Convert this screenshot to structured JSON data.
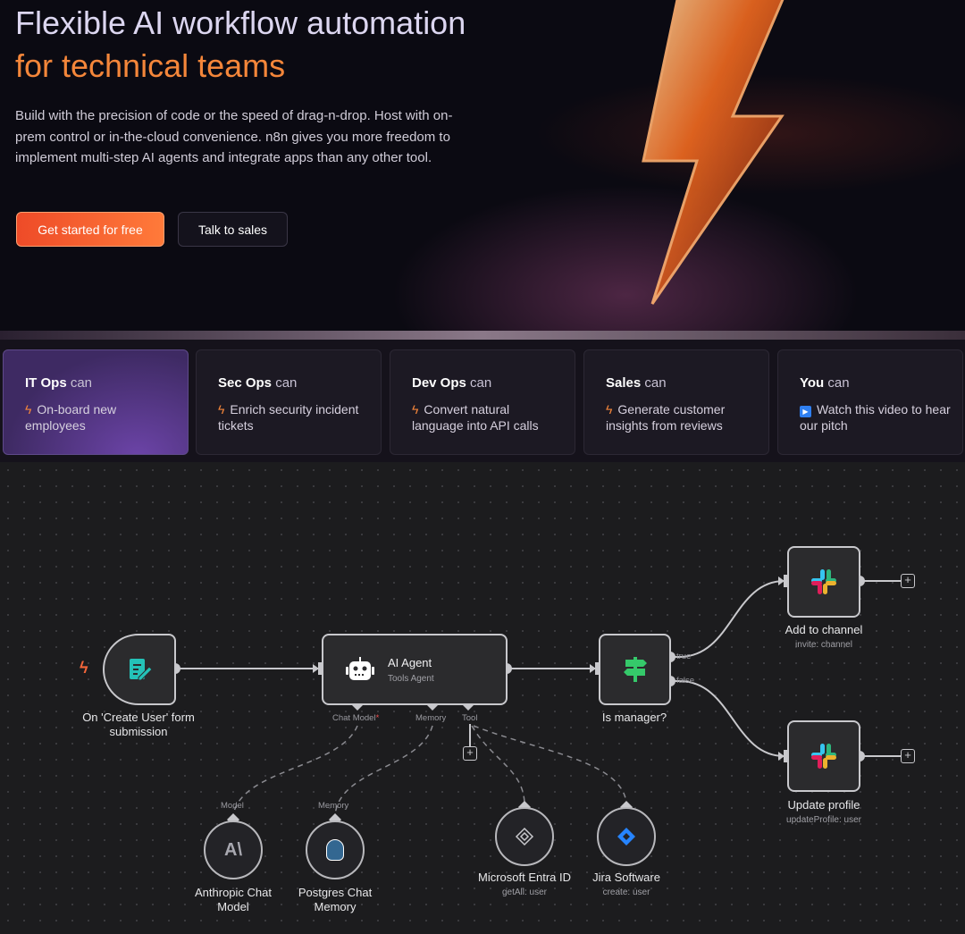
{
  "hero": {
    "title_line1": "Flexible AI workflow automation",
    "title_line2": "for technical teams",
    "description": "Build with the precision of code or the speed of drag-n-drop. Host with on-prem control or in-the-cloud convenience. n8n gives you more freedom to implement multi-step AI agents and integrate apps than any other tool.",
    "primary_button": "Get started for free",
    "secondary_button": "Talk to sales"
  },
  "cards": [
    {
      "team": "IT Ops",
      "can": "can",
      "text": "On-board new employees",
      "icon": "bolt-icon"
    },
    {
      "team": "Sec Ops",
      "can": "can",
      "text": "Enrich security incident tickets",
      "icon": "bolt-icon"
    },
    {
      "team": "Dev Ops",
      "can": "can",
      "text": "Convert natural language into API calls",
      "icon": "bolt-icon"
    },
    {
      "team": "Sales",
      "can": "can",
      "text": "Generate customer insights from reviews",
      "icon": "bolt-icon"
    },
    {
      "team": "You",
      "can": "can",
      "text": "Watch this video to hear our pitch",
      "icon": "play-icon"
    }
  ],
  "workflow": {
    "trigger": {
      "label": "On 'Create User' form submission"
    },
    "agent": {
      "title": "AI Agent",
      "subtitle": "Tools Agent",
      "ports": {
        "chat_model": "Chat Model",
        "required": "*",
        "memory": "Memory",
        "tool": "Tool"
      }
    },
    "if_node": {
      "label": "Is manager?",
      "true": "true",
      "false": "false"
    },
    "slack1": {
      "label": "Add to channel",
      "sub": "invite: channel"
    },
    "slack2": {
      "label": "Update profile",
      "sub": "updateProfile: user"
    },
    "anthropic": {
      "port": "Model",
      "label": "Anthropic Chat Model"
    },
    "postgres": {
      "port": "Memory",
      "label": "Postgres Chat Memory"
    },
    "entra": {
      "label": "Microsoft Entra ID",
      "sub": "getAll: user"
    },
    "jira": {
      "label": "Jira Software",
      "sub": "create: user"
    }
  },
  "colors": {
    "accent": "#f4863a",
    "active_card": "#5a3a94",
    "canvas": "#1c1c1e"
  }
}
